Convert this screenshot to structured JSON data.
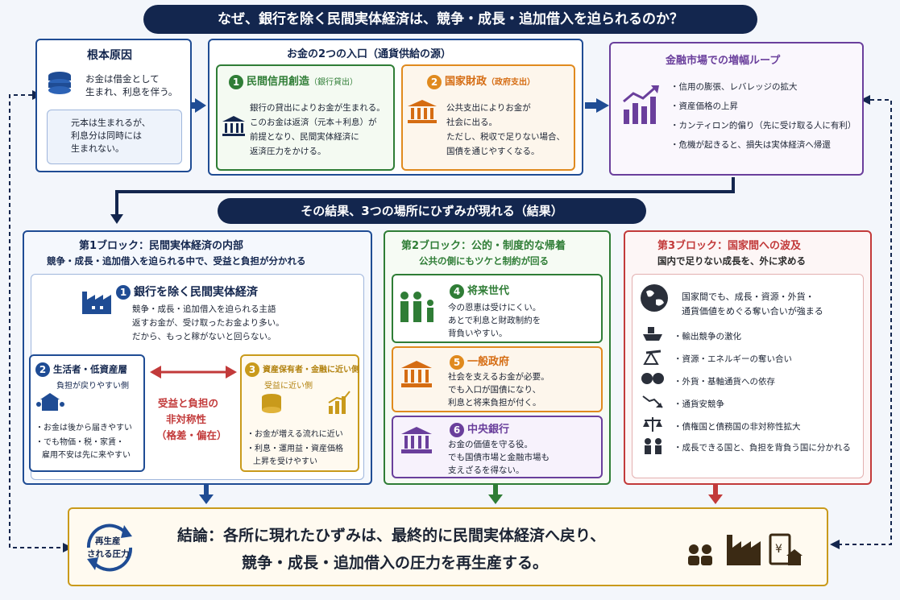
{
  "title": "なぜ、銀行を除く民間実体経済は、競争・成長・追加借入を迫られるのか？",
  "root_cause": {
    "heading": "根本原因",
    "line1": "お金は借金として",
    "line2": "生まれ、利息を伴う。",
    "note1": "元本は生まれるが、",
    "note2": "利息分は同時には",
    "note3": "生まれない。"
  },
  "entrances": {
    "heading": "お金の2つの入口（通貨供給の源）",
    "credit": {
      "num": "1",
      "title": "民間信用創造",
      "sub": "（銀行貸出）",
      "lines": [
        "銀行の貸出によりお金が生まれる。",
        "このお金は返済（元本＋利息）が",
        "前提となり、民間実体経済に",
        "返済圧力をかける。"
      ]
    },
    "fiscal": {
      "num": "2",
      "title": "国家財政",
      "sub": "（政府支出）",
      "lines": [
        "公共支出によりお金が",
        "社会に出る。",
        "ただし、税収で足りない場合、",
        "国債を通じやすくなる。"
      ]
    }
  },
  "amplify": {
    "heading": "金融市場での増幅ループ",
    "items": [
      "・信用の膨張、レバレッジの拡大",
      "・資産価格の上昇",
      "・カンティロン的偏り（先に受け取る人に有利）",
      "・危機が起きると、損失は実体経済へ帰還"
    ]
  },
  "result_banner": "その結果、3つの場所にひずみが現れる（結果）",
  "block1": {
    "heading": "第1ブロック：民間実体経済の内部",
    "sub": "競争・成長・追加借入を迫られる中で、受益と負担が分かれる",
    "main": {
      "num": "1",
      "title": "銀行を除く民間実体経済",
      "lines": [
        "競争・成長・追加借入を迫られる主語",
        "返すお金が、受け取ったお金より多い。",
        "だから、もっと稼がないと回らない。"
      ]
    },
    "living": {
      "num": "2",
      "title": "生活者・低資産層",
      "sub": "負担が戻りやすい側",
      "items": [
        "・お金は後から届きやすい",
        "・でも物価・税・家賃・",
        "雇用不安は先に来やすい"
      ]
    },
    "asym": [
      "受益と負担の",
      "非対称性",
      "（格差・偏在）"
    ],
    "holders": {
      "num": "3",
      "title": "資産保有者・金融に近い側",
      "sub": "受益に近い側",
      "items": [
        "・お金が増える流れに近い",
        "・利息・運用益・資産価格",
        "上昇を受けやすい"
      ]
    }
  },
  "block2": {
    "heading": "第2ブロック：公的・制度的な帰着",
    "sub": "公共の側にもツケと制約が回る",
    "future": {
      "num": "4",
      "title": "将来世代",
      "lines": [
        "今の恩恵は受けにくい。",
        "あとで利息と財政制約を",
        "背負いやすい。"
      ]
    },
    "gov": {
      "num": "5",
      "title": "一般政府",
      "lines": [
        "社会を支えるお金が必要。",
        "でも入口が国債になり、",
        "利息と将来負担が付く。"
      ]
    },
    "cb": {
      "num": "6",
      "title": "中央銀行",
      "lines": [
        "お金の価値を守る役。",
        "でも国債市場と金融市場も",
        "支えざるを得ない。"
      ]
    }
  },
  "block3": {
    "heading": "第3ブロック：国家間への波及",
    "sub": "国内で足りない成長を、外に求める",
    "intro": [
      "国家間でも、成長・資源・外貨・",
      "通貨価値をめぐる奪い合いが強まる"
    ],
    "items": [
      "・輸出競争の激化",
      "・資源・エネルギーの奪い合い",
      "・外貨・基軸通貨への依存",
      "・通貨安競争",
      "・債権国と債務国の非対称性拡大",
      "・成長できる国と、負担を背負う国に分かれる"
    ]
  },
  "conclusion": {
    "cycle1": "再生産",
    "cycle2": "される圧力",
    "line1": "結論：各所に現れたひずみは、最終的に民間実体経済へ戻り、",
    "line2": "競争・成長・追加借入の圧力を再生産する。"
  },
  "colors": {
    "navy": "#13264e",
    "blue": "#1f4c94",
    "green": "#2f7d36",
    "orange": "#e08a1e",
    "purple": "#6a3f9c",
    "red": "#c23a3a",
    "gold": "#c99a1b"
  }
}
